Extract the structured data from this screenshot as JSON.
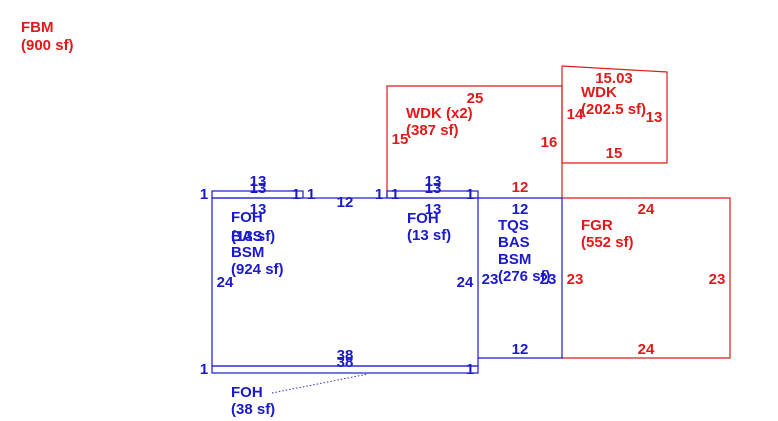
{
  "fbm": {
    "name": "FBM",
    "area": "(900 sf)"
  },
  "areas": {
    "main": {
      "l1": "FOH",
      "l2": "BAS",
      "l3": "BSM",
      "l4": "(924 sf)",
      "ov": "(13 sf)"
    },
    "foh_top": {
      "l1": "FOH",
      "l2": "(13 sf)"
    },
    "tqs": {
      "l1": "TQS",
      "l2": "BAS",
      "l3": "BSM",
      "l4": "(276 sf)"
    },
    "wdk1": {
      "l1": "WDK (x2)",
      "l2": "(387 sf)"
    },
    "wdk2": {
      "l1": "WDK",
      "l2": "(202.5 sf)"
    },
    "fgr": {
      "l1": "FGR",
      "l2": "(552 sf)"
    },
    "foh_bottom": {
      "l1": "FOH",
      "l2": "(38 sf)"
    }
  },
  "dims": {
    "main_top": "12",
    "main_left": "24",
    "main_right": "24",
    "strip_top_a": "13",
    "strip_top_b": "13",
    "strip_inner": "13",
    "strip_end_1": "1",
    "strip_end_2": "1",
    "strip_end_3": "1",
    "strip_end_4": "1",
    "strip2_top_a": "13",
    "strip2_top_b": "13",
    "strip2_inner": "13",
    "strip2_end_1": "1",
    "strip2_end_2": "1",
    "bottom_a": "38",
    "bottom_b": "38",
    "bottom_end_1": "1",
    "bottom_end_2": "1",
    "tqs_top": "12",
    "tqs_bottom": "12",
    "tqs_left": "23",
    "tqs_right": "23",
    "wdk1_top": "25",
    "wdk1_left": "15",
    "wdk1_right": "16",
    "wdk1_bottom": "12",
    "wdk2_top": "15.03",
    "wdk2_left": "14",
    "wdk2_right": "13",
    "wdk2_bottom": "15",
    "fgr_top": "24",
    "fgr_bottom": "24",
    "fgr_left": "23",
    "fgr_right": "23"
  },
  "colors": {
    "foh": "#1a1acc",
    "deck": "#e01a1a"
  }
}
